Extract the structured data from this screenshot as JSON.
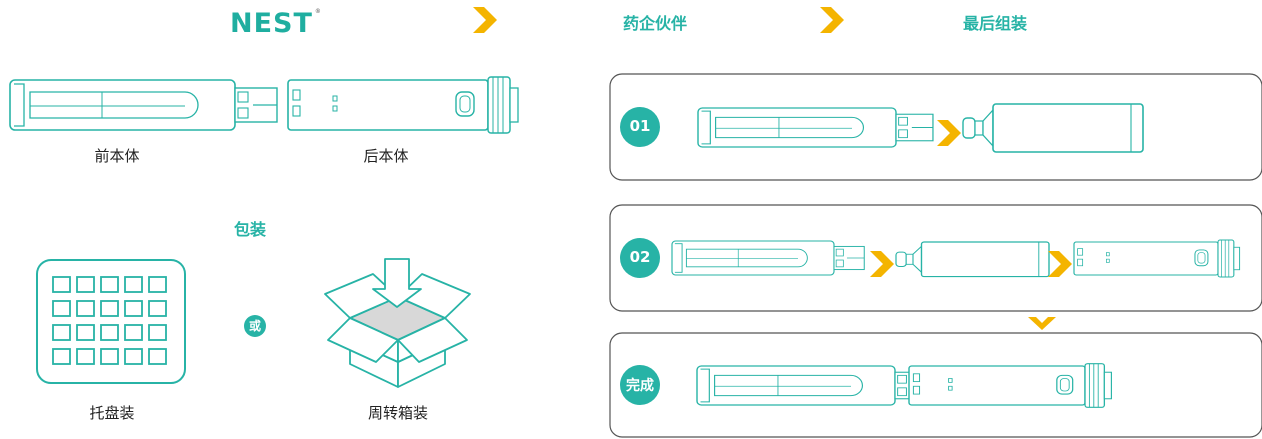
{
  "brand": {
    "logo_text": "NEST",
    "mark": "®"
  },
  "header": {
    "step_partner": "药企伙伴",
    "step_assembly": "最后组装"
  },
  "left": {
    "front_body_label": "前本体",
    "rear_body_label": "后本体",
    "packaging_title": "包装",
    "tray_label": "托盘装",
    "or_label": "或",
    "box_label": "周转箱装"
  },
  "steps": [
    {
      "badge": "01"
    },
    {
      "badge": "02"
    },
    {
      "badge": "完成"
    }
  ],
  "colors": {
    "teal": "#27b3a6",
    "arrow": "#f4b400",
    "panel_border": "#555555",
    "text": "#222222"
  }
}
